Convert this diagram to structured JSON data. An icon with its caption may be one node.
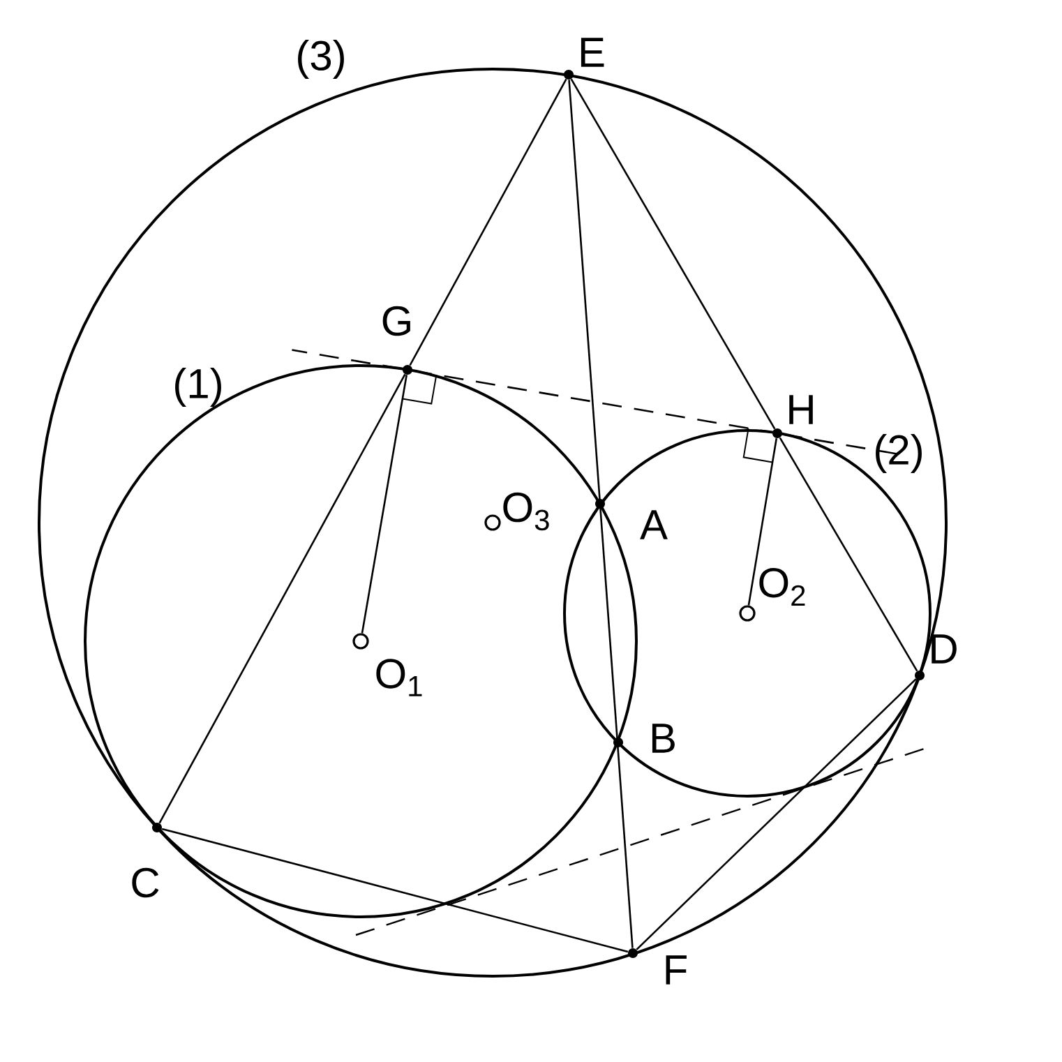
{
  "diagram": {
    "nodes": [
      {
        "text": [
          "E"
        ]
      },
      {
        "text": [
          "G"
        ]
      },
      {
        "text": [
          "H"
        ]
      },
      {
        "text": [
          "O$_{3}$"
        ]
      },
      {
        "text": [
          "A"
        ]
      },
      {
        "text": [
          "O$_{2}$"
        ]
      },
      {
        "text": [
          "O$_{1}$"
        ]
      },
      {
        "text": [
          "D"
        ]
      },
      {
        "text": [
          "B"
        ]
      },
      {
        "text": [
          "C"
        ]
      },
      {
        "text": [
          "F"
        ]
      }
    ],
    "edges": [
      {
        "from": 0,
        "to": 1,
        "arrow": "none"
      },
      {
        "from": 1,
        "to": 9,
        "arrow": "none"
      },
      {
        "from": 0,
        "to": 2,
        "arrow": "none"
      },
      {
        "from": 2,
        "to": 7,
        "arrow": "none"
      },
      {
        "from": 9,
        "to": 10,
        "arrow": "none"
      },
      {
        "from": 10,
        "to": 7,
        "arrow": "none"
      },
      {
        "from": 0,
        "to": 10,
        "arrow": "none"
      },
      {
        "from": 1,
        "to": 6,
        "arrow": "none"
      },
      {
        "from": 2,
        "to": 5,
        "arrow": "none"
      },
      {
        "from": 1,
        "to": 2,
        "arrow": "none",
        "style": "dashed"
      }
    ],
    "labels": [
      "(3)",
      "(1)",
      "(2)"
    ]
  }
}
